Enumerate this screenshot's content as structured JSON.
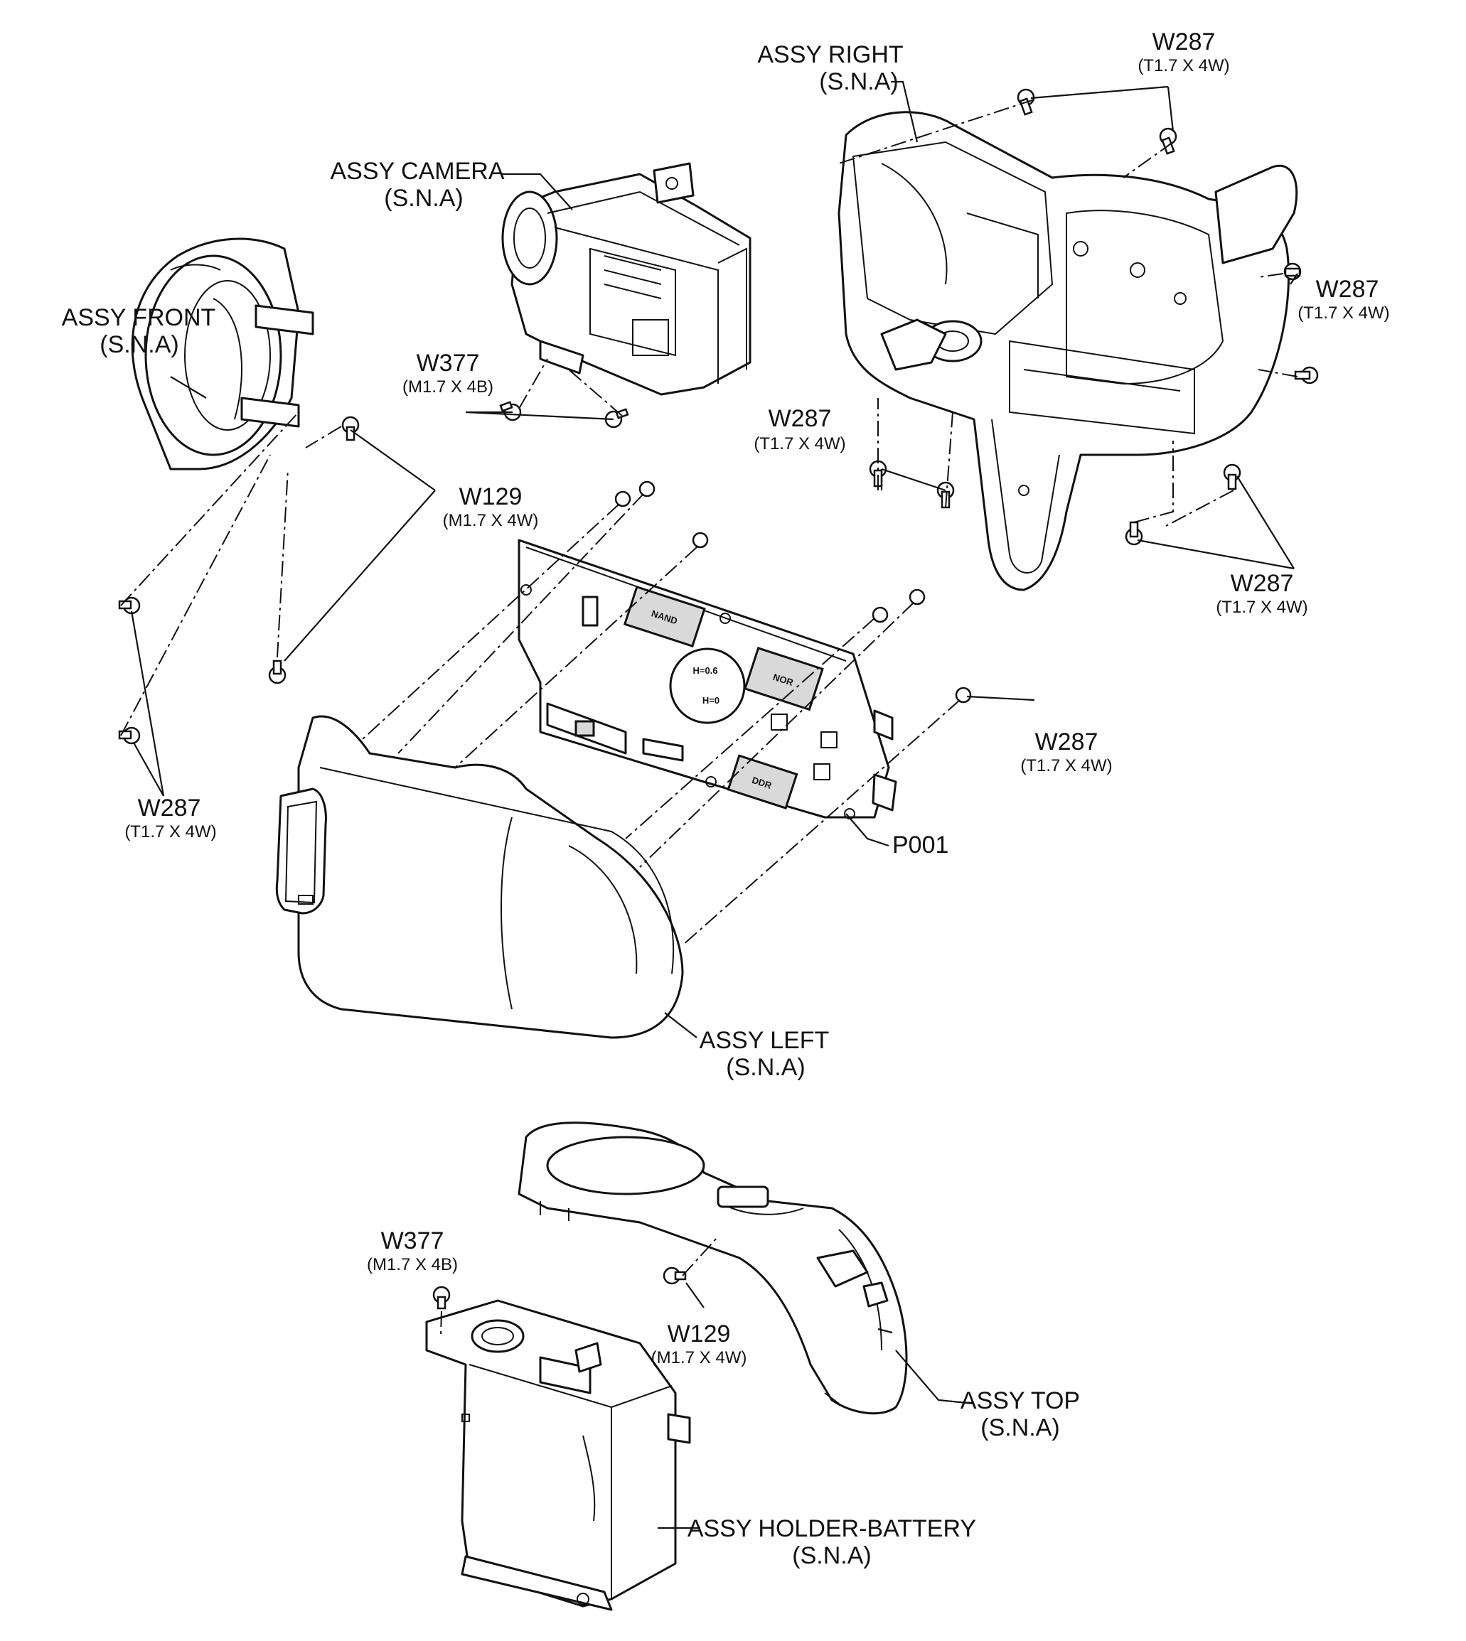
{
  "labels": {
    "assy_right": {
      "name": "ASSY RIGHT",
      "note": "(S.N.A)"
    },
    "assy_camera": {
      "name": "ASSY CAMERA",
      "note": "(S.N.A)"
    },
    "assy_front": {
      "name": "ASSY FRONT",
      "note": "(S.N.A)"
    },
    "assy_left": {
      "name": "ASSY LEFT",
      "note": "(S.N.A)"
    },
    "assy_top": {
      "name": "ASSY TOP",
      "note": "(S.N.A)"
    },
    "assy_holder_battery": {
      "name": "ASSY HOLDER-BATTERY",
      "note": "(S.N.A)"
    },
    "p001": {
      "name": "P001"
    },
    "w287_top_right": {
      "name": "W287",
      "spec": "(T1.7 X 4W)"
    },
    "w287_right_mid": {
      "name": "W287",
      "spec": "(T1.7 X 4W)"
    },
    "w287_center_upper": {
      "name": "W287",
      "spec": "(T1.7 X 4W)"
    },
    "w287_right_lower": {
      "name": "W287",
      "spec": "(T1.7 X 4W)"
    },
    "w287_center_right": {
      "name": "W287",
      "spec": "(T1.7 X 4W)"
    },
    "w287_left_lower": {
      "name": "W287",
      "spec": "(T1.7 X 4W)"
    },
    "w377_upper": {
      "name": "W377",
      "spec": "(M1.7 X 4B)"
    },
    "w377_lower": {
      "name": "W377",
      "spec": "(M1.7 X 4B)"
    },
    "w129_upper": {
      "name": "W129",
      "spec": "(M1.7 X 4W)"
    },
    "w129_lower": {
      "name": "W129",
      "spec": "(M1.7 X 4W)"
    }
  },
  "board_chips": {
    "nand": "NAND",
    "nor": "NOR",
    "ram": "DDR",
    "h06": "H=0.6",
    "h0": "H=0"
  }
}
